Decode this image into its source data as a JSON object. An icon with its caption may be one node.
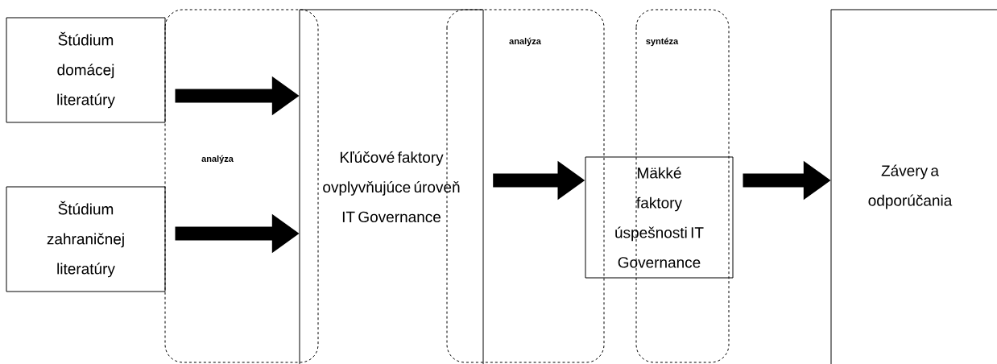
{
  "diagram": {
    "nodes": [
      {
        "text": [
          "Štúdium domácej literatúry"
        ]
      },
      {
        "text": [
          "Štúdium zahraničnej literatúry"
        ]
      },
      {
        "text": [
          "Kľúčové faktory ovplyvňujúce úroveň IT Governance"
        ]
      },
      {
        "text": [
          "Mäkké faktory úspešnosti IT Governance"
        ]
      },
      {
        "text": [
          "Závery a odporúčania"
        ]
      }
    ],
    "edges": [
      {
        "from": 0,
        "to": 2,
        "arrow": "to"
      },
      {
        "from": 1,
        "to": 2,
        "arrow": "to"
      },
      {
        "from": 2,
        "to": 3,
        "arrow": "to"
      },
      {
        "from": 3,
        "to": 4,
        "arrow": "to"
      }
    ],
    "labels": [
      "analýza",
      "analýza",
      "syntéza"
    ]
  }
}
